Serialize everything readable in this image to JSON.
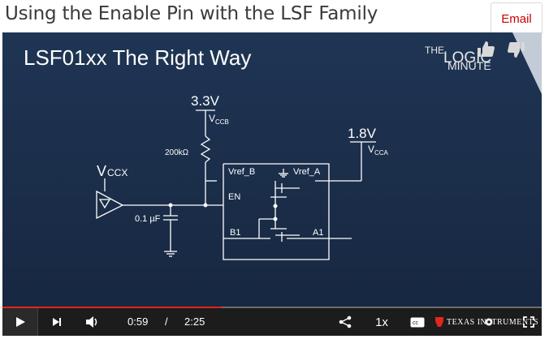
{
  "page": {
    "title": "Using the Enable Pin with the LSF Family",
    "email_label": "Email"
  },
  "video": {
    "slide_title": "LSF01xx The Right Way",
    "brand_line1": "THE",
    "brand_line2": "LOGIC",
    "brand_line3": "MINUTE",
    "vccb_voltage": "3.3V",
    "vccb_label": "V",
    "vccb_sub": "CCB",
    "vcca_voltage": "1.8V",
    "vcca_label": "V",
    "vcca_sub": "CCA",
    "vccx_label": "V",
    "vccx_sub": "CCX",
    "resistor_label": "200kΩ",
    "cap_label": "0.1 µF",
    "vref_b": "Vref_B",
    "vref_a": "Vref_A",
    "en_label": "EN",
    "b1_label": "B1",
    "a1_label": "A1"
  },
  "controls": {
    "current_time": "0:59",
    "separator": "/",
    "duration": "2:25",
    "speed": "1x",
    "progress_fraction": 0.407,
    "brand_text": "TEXAS INSTRUMENTS"
  },
  "colors": {
    "slide_bg": "#1b2e4a",
    "progress": "#e1261c",
    "email": "#cc0000"
  }
}
